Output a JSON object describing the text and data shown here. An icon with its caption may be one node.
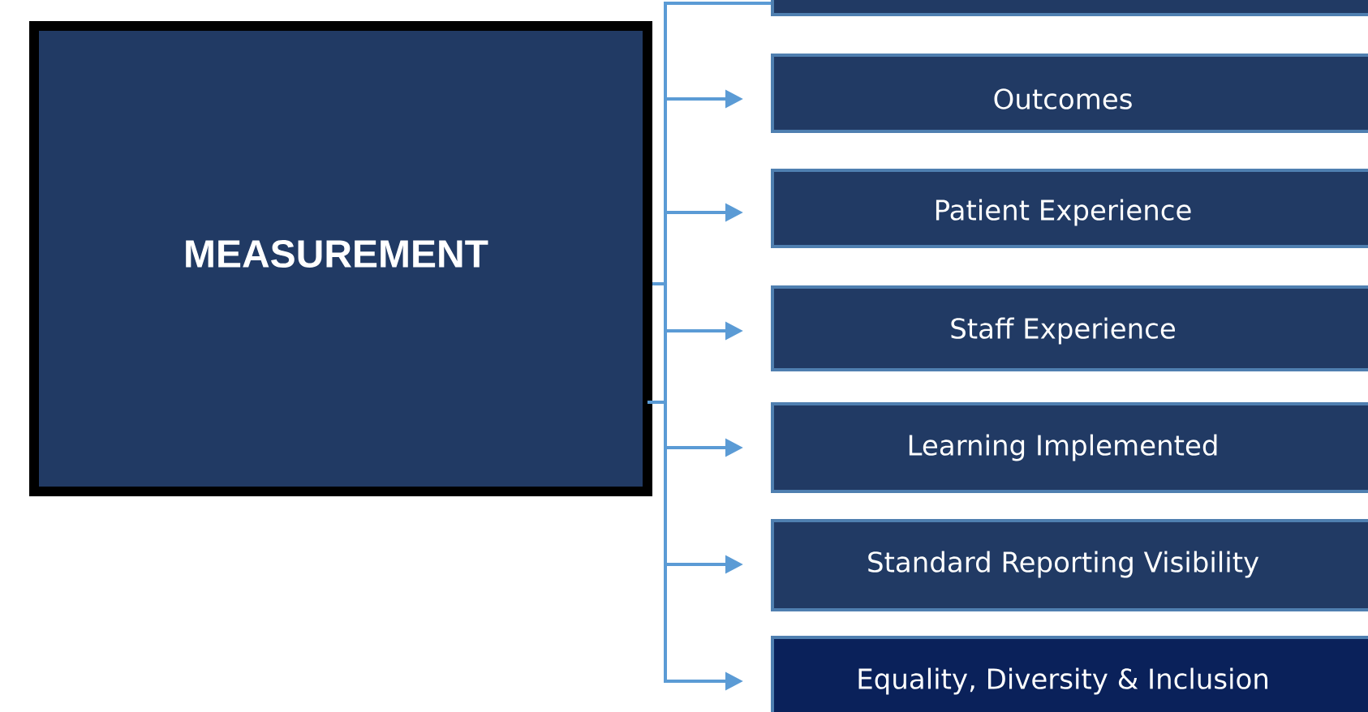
{
  "diagram": {
    "nodes": [
      {
        "text": [
          "MEASUREMENT"
        ]
      },
      {
        "text": [],
        "shape": "box"
      },
      {
        "text": [
          "Outcomes"
        ]
      },
      {
        "text": [
          "Patient Experience"
        ]
      },
      {
        "text": [
          "Staff Experience"
        ]
      },
      {
        "text": [
          "Learning Implemented"
        ]
      },
      {
        "text": [
          "Standard Reporting Visibility"
        ]
      },
      {
        "text": [
          "Equality, Diversity & Inclusion"
        ]
      }
    ],
    "edges": [
      {
        "from": 0,
        "to": 1,
        "arrow": "none"
      },
      {
        "from": 0,
        "to": 2,
        "arrow": "to"
      },
      {
        "from": 0,
        "to": 3,
        "arrow": "to"
      },
      {
        "from": 0,
        "to": 4,
        "arrow": "to"
      },
      {
        "from": 0,
        "to": 5,
        "arrow": "to"
      },
      {
        "from": 0,
        "to": 6,
        "arrow": "to"
      },
      {
        "from": 0,
        "to": 7,
        "arrow": "to"
      }
    ]
  }
}
